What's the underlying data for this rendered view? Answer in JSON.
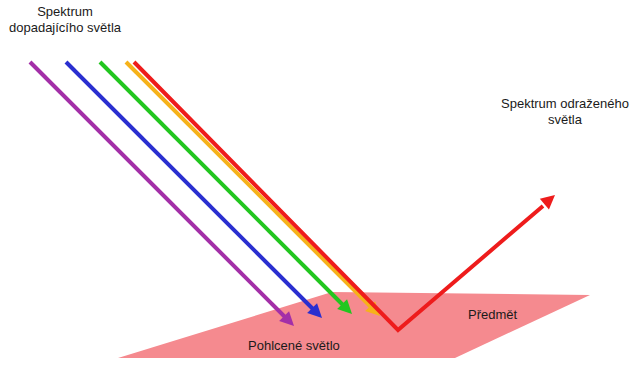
{
  "diagram": {
    "nodes": [
      {
        "text": [
          "Pohlcené světlo",
          "Předmět"
        ]
      }
    ],
    "labels": [
      "Spektrum dopadajícího světla",
      "Spektrum odraženého světla"
    ]
  }
}
